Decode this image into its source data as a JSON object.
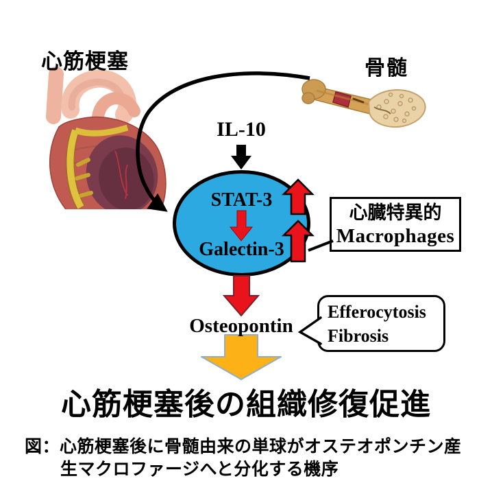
{
  "figure": {
    "heart_label": "心筋梗塞",
    "bone_marrow_label": "骨髄",
    "il10_label": "IL-10",
    "ellipse": {
      "stat3": "STAT-3",
      "galectin3": "Galectin-3"
    },
    "osteopontin_label": "Osteopontin",
    "macrophages_box": {
      "line1": "心臓特異的",
      "line2": "Macrophages"
    },
    "callout_box": {
      "line1": "Efferocytosis",
      "line2": "Fibrosis"
    },
    "main_title": "心筋梗塞後の組織修復促進",
    "caption": {
      "line1": "図：心筋梗塞後に骨髄由来の単球がオステオポンチン産",
      "line2": "生マクロファージへと分化する機序"
    },
    "colors": {
      "ellipse_fill": "#2BA9E0",
      "arrow_red": "#E8131B",
      "arrow_orange": "#FCB216",
      "arrow_orange_border": "#92AEC2",
      "arrow_black": "#000000"
    }
  }
}
